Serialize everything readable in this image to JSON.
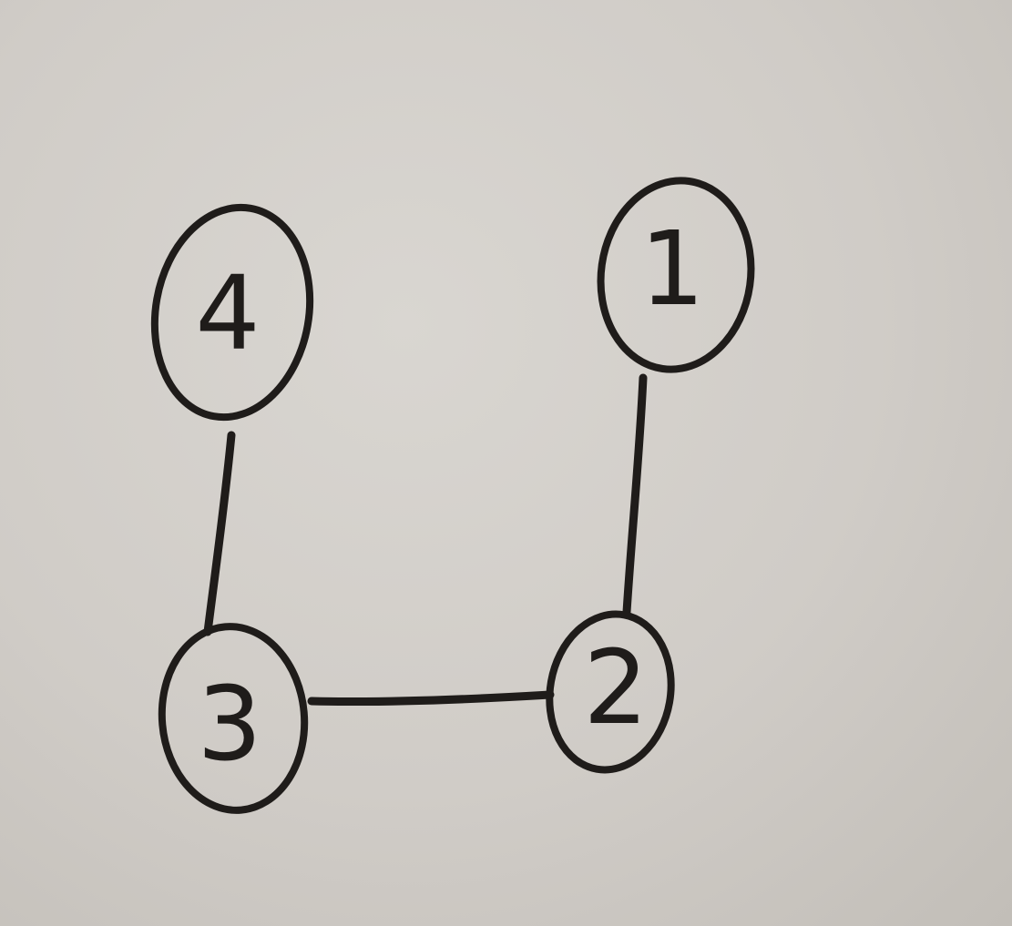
{
  "nodes": [
    {
      "id": "n1",
      "label": "1"
    },
    {
      "id": "n2",
      "label": "2"
    },
    {
      "id": "n3",
      "label": "3"
    },
    {
      "id": "n4",
      "label": "4"
    }
  ],
  "edges": [
    {
      "from": "n1",
      "to": "n2"
    },
    {
      "from": "n2",
      "to": "n3"
    },
    {
      "from": "n3",
      "to": "n4"
    }
  ],
  "colors": {
    "paper": "#d4d0cb",
    "ink": "#1f1c1a"
  }
}
